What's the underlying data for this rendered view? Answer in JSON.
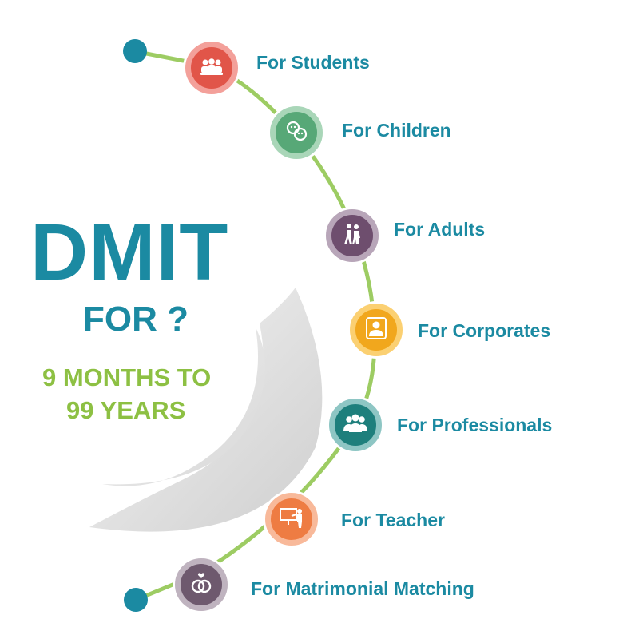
{
  "headline": {
    "title": "DMIT",
    "question": "FOR ?",
    "age_line_1": "9 MONTHS TO",
    "age_line_2": "99 YEARS"
  },
  "colors": {
    "brand_teal": "#1b8aa2",
    "accent_green": "#8dc043",
    "path_green": "#9dcc63"
  },
  "audiences": [
    {
      "label": "For Students",
      "icon": "students-icon",
      "ring": "#f3a09a",
      "fill": "#e15549"
    },
    {
      "label": "For Children",
      "icon": "children-icon",
      "ring": "#a9d6b8",
      "fill": "#57a877"
    },
    {
      "label": "For Adults",
      "icon": "adults-icon",
      "ring": "#b8a6b9",
      "fill": "#6e4e6e"
    },
    {
      "label": "For Corporates",
      "icon": "corporate-person-icon",
      "ring": "#fbd072",
      "fill": "#f1a71d"
    },
    {
      "label": "For Professionals",
      "icon": "professionals-group-icon",
      "ring": "#8ec6c4",
      "fill": "#1e7f7c"
    },
    {
      "label": "For Teacher",
      "icon": "teacher-board-icon",
      "ring": "#f8b99a",
      "fill": "#ee7c43"
    },
    {
      "label": "For Matrimonial Matching",
      "icon": "wedding-rings-icon",
      "ring": "#bfb3bf",
      "fill": "#6e596e"
    }
  ]
}
